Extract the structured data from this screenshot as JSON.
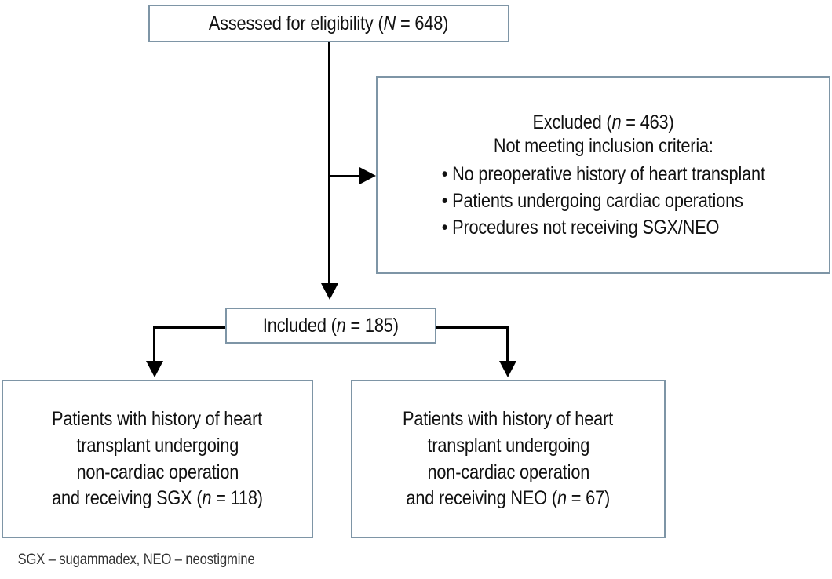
{
  "diagram": {
    "title": "CONSORT-style patient flow diagram",
    "border_color": "#7e95a6",
    "connector_color": "#000000",
    "background_color": "#ffffff",
    "text_color": "#111111"
  },
  "nodes": {
    "assessed": {
      "label": "Assessed for eligibility (",
      "var": "N",
      "eq": " = ",
      "count": "648",
      "close": ")",
      "full_text": "Assessed for eligibility (N = 648)"
    },
    "excluded": {
      "heading_prefix": "Excluded (",
      "heading_var": "n",
      "heading_eq": " = ",
      "heading_count": "463",
      "heading_close": ")",
      "heading_full": "Excluded (n = 463)",
      "subheading": "Not meeting inclusion criteria:",
      "bullets": [
        "No preoperative history of heart transplant",
        "Patients undergoing cardiac operations",
        "Procedures not receiving SGX/NEO"
      ],
      "bullet_glyph": "•"
    },
    "included": {
      "prefix": "Included (",
      "var": "n",
      "eq": " = ",
      "count": "185",
      "close": ")",
      "full_text": "Included (n = 185)"
    },
    "sgx_group": {
      "line1": "Patients with history of heart",
      "line2": "transplant undergoing",
      "line3": "non-cardiac operation",
      "line4_prefix": "and receiving SGX (",
      "line4_var": "n",
      "line4_eq": " = ",
      "line4_count": "118",
      "line4_close": ")",
      "full_text": "Patients with history of heart transplant undergoing non-cardiac operation and receiving SGX (n = 118)"
    },
    "neo_group": {
      "line1": "Patients with history of heart",
      "line2": "transplant undergoing",
      "line3": "non-cardiac operation",
      "line4_prefix": "and receiving NEO (",
      "line4_var": "n",
      "line4_eq": " = ",
      "line4_count": "67",
      "line4_close": ")",
      "full_text": "Patients with history of heart transplant undergoing non-cardiac operation and receiving NEO (n = 67)"
    }
  },
  "footnote": {
    "text": "SGX – sugammadex, NEO – neostigmine"
  },
  "chart_data": {
    "type": "diagram",
    "title": "Patient flow diagram",
    "stages": [
      {
        "name": "Assessed for eligibility",
        "symbol": "N",
        "value": 648
      },
      {
        "name": "Excluded",
        "symbol": "n",
        "value": 463
      },
      {
        "name": "Included",
        "symbol": "n",
        "value": 185
      },
      {
        "name": "Patients with history of heart transplant undergoing non-cardiac operation and receiving SGX",
        "symbol": "n",
        "value": 118
      },
      {
        "name": "Patients with history of heart transplant undergoing non-cardiac operation and receiving NEO",
        "symbol": "n",
        "value": 67
      }
    ],
    "exclusion_reasons": [
      "No preoperative history of heart transplant",
      "Patients undergoing cardiac operations",
      "Procedures not receiving SGX/NEO"
    ],
    "edges": [
      {
        "from": "Assessed for eligibility",
        "to": "Excluded"
      },
      {
        "from": "Assessed for eligibility",
        "to": "Included"
      },
      {
        "from": "Included",
        "to": "SGX group"
      },
      {
        "from": "Included",
        "to": "NEO group"
      }
    ]
  }
}
